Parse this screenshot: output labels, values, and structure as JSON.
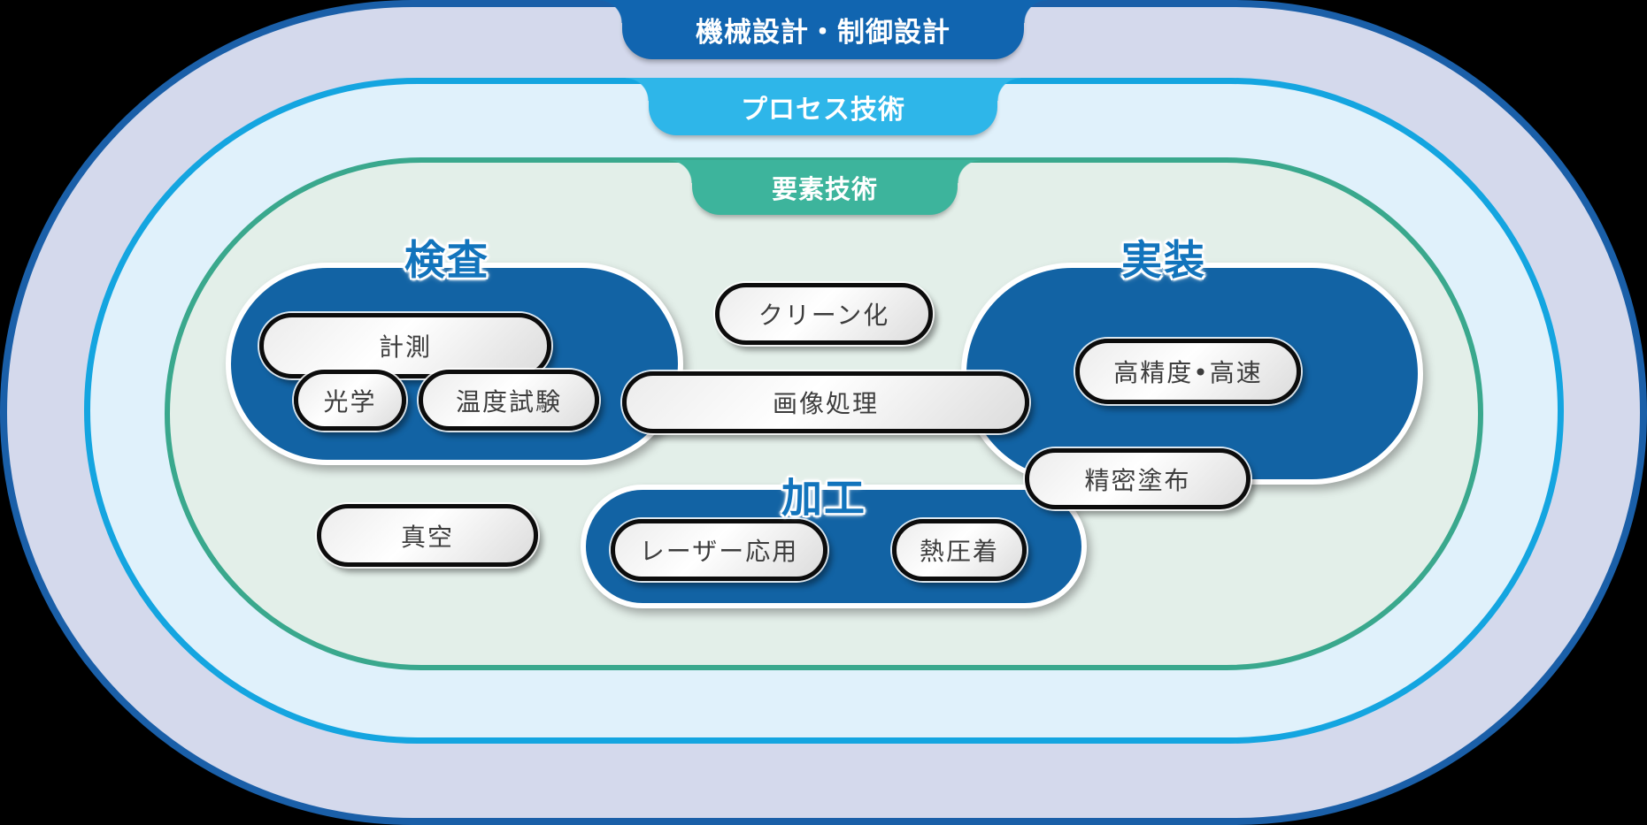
{
  "diagram_type": "nested-technology-map",
  "layers": {
    "machine_design": {
      "label": "機械設計・制御設計",
      "tab_color": "#1165b0",
      "ring_fill": "#d4d9ec",
      "ring_border": "#1a5fa8"
    },
    "process_tech": {
      "label": "プロセス技術",
      "tab_color": "#2eb6e9",
      "ring_fill": "#e0f1fb",
      "ring_border": "#14a5e0"
    },
    "element_tech": {
      "label": "要素技術",
      "tab_color": "#3db49c",
      "ring_fill": "#e3efe9",
      "ring_border": "#3aa88d"
    }
  },
  "groups": {
    "inspection": {
      "label": "検査",
      "blob_color": "#1263a4",
      "label_color": "#1274bc"
    },
    "mounting": {
      "label": "実装",
      "blob_color": "#1263a4",
      "label_color": "#1274bc"
    },
    "processing": {
      "label": "加工",
      "blob_color": "#1263a4",
      "label_color": "#1274bc"
    }
  },
  "pills": {
    "keisoku": "計測",
    "kogaku": "光学",
    "ondoshiken": "温度試験",
    "cleanka": "クリーン化",
    "gazoshori": "画像処理",
    "koseido_kosoku": "高精度•高速",
    "seimitsu_tofu": "精密塗布",
    "shinku": "真空",
    "laser_oyo": "レーザー応用",
    "netsuatchaku": "熱圧着"
  },
  "pill_style": {
    "border_color": "#0c0c0c",
    "text_color": "#3d3d3d",
    "fill": "gray-gradient"
  }
}
